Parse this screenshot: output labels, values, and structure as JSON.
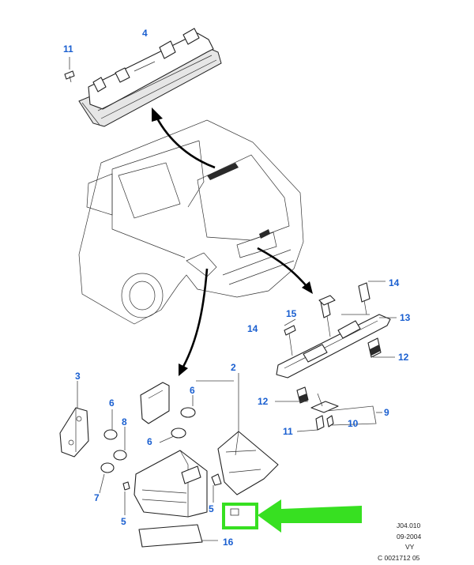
{
  "callouts": {
    "p2": "2",
    "p3": "3",
    "p4": "4",
    "p5a": "5",
    "p5b": "5",
    "p6a": "6",
    "p6b": "6",
    "p6c": "6",
    "p7": "7",
    "p8": "8",
    "p9": "9",
    "p10": "10",
    "p11a": "11",
    "p11b": "11",
    "p12a": "12",
    "p12b": "12",
    "p13": "13",
    "p14a": "14",
    "p14b": "14",
    "p15": "15",
    "p16": "16"
  },
  "reference": {
    "code": "J04.010",
    "date": "09-2004",
    "initials": "VY",
    "drawing_no": "C 0021712 05"
  },
  "colors": {
    "callout_text": "#1a5fd0",
    "highlight": "#37e021",
    "line": "#222222"
  }
}
